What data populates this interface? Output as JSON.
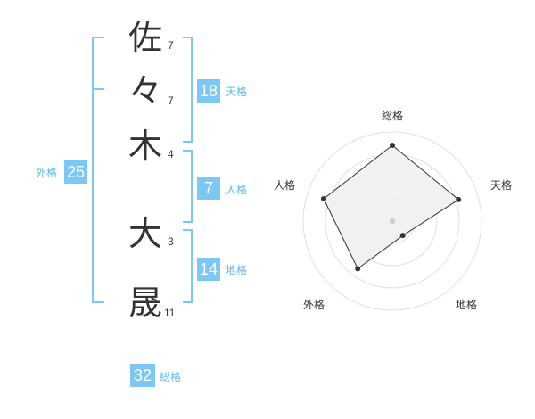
{
  "name": {
    "characters": [
      {
        "char": "佐",
        "strokes": "7"
      },
      {
        "char": "々",
        "strokes": "7"
      },
      {
        "char": "木",
        "strokes": "4"
      },
      {
        "char": "大",
        "strokes": "3"
      },
      {
        "char": "晟",
        "strokes": "11"
      }
    ]
  },
  "fortune": {
    "tenkaku": {
      "label": "天格",
      "value": "18"
    },
    "jinkaku": {
      "label": "人格",
      "value": "7"
    },
    "chikaku": {
      "label": "地格",
      "value": "14"
    },
    "gaikaku": {
      "label": "外格",
      "value": "25"
    },
    "soukaku": {
      "label": "総格",
      "value": "32"
    }
  },
  "colors": {
    "accent": "#7cc7f4",
    "bracket": "#7cc7f4",
    "label": "#5eb8ee",
    "text": "#333333",
    "radar_fill": "#f0f0f0",
    "radar_ring": "#e0e0e0"
  },
  "chart_data": {
    "type": "radar",
    "axes": [
      "総格",
      "天格",
      "地格",
      "外格",
      "人格"
    ],
    "values": [
      0.85,
      0.78,
      0.2,
      0.66,
      0.81
    ],
    "range": [
      0,
      1
    ],
    "rings": 4
  }
}
